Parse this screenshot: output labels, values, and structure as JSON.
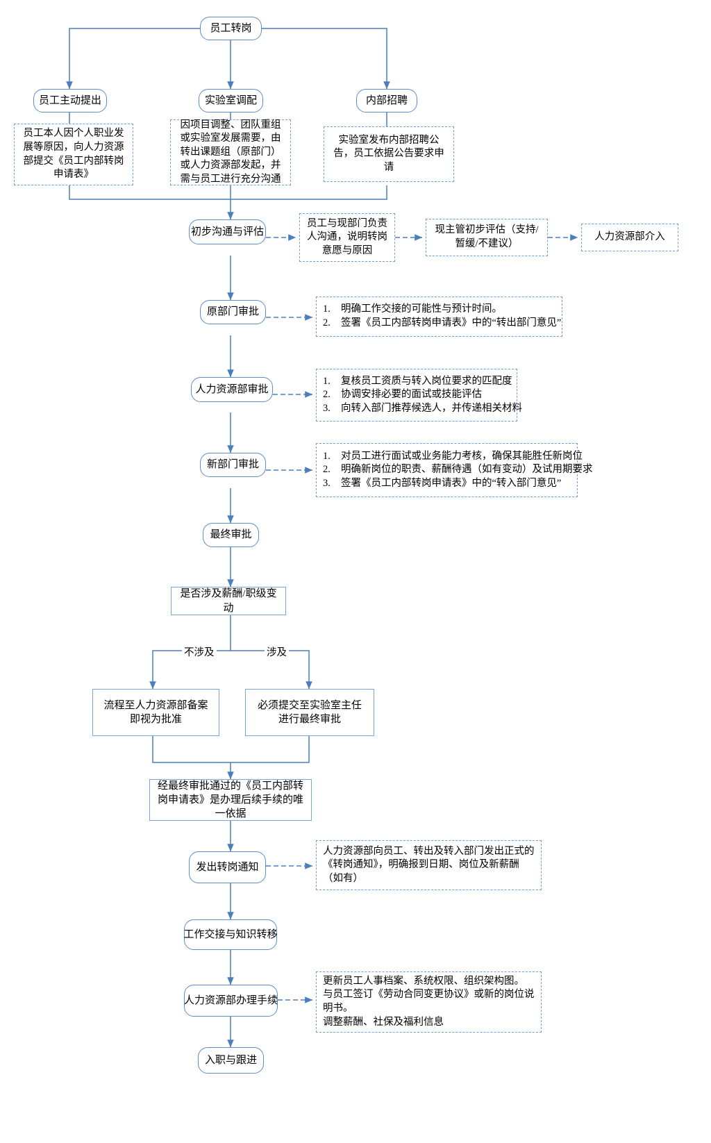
{
  "diagram": {
    "title": "员工转岗",
    "type": "flowchart",
    "colors": {
      "node_border": "#5b8dc8",
      "rect_border": "#7ba7d7",
      "dashed_border": "#6f9fd8",
      "connector": "#4a7fbe",
      "background": "#ffffff",
      "text": "#000000"
    }
  },
  "nodes": {
    "start": {
      "label": "员工转岗"
    },
    "source_employee": {
      "label": "员工主动提出"
    },
    "source_lab": {
      "label": "实验室调配"
    },
    "source_internal": {
      "label": "内部招聘"
    },
    "note_employee": {
      "label": "员工本人因个人职业发展等原因，向人力资源部提交《员工内部转岗申请表》"
    },
    "note_lab": {
      "label": "因项目调整、团队重组或实验室发展需要，由转出课题组（原部门）或人力资源部发起，并需与员工进行充分沟通"
    },
    "note_internal": {
      "label": "实验室发布内部招聘公告，员工依据公告要求申请"
    },
    "step_comm": {
      "label": "初步沟通与评估"
    },
    "note_comm_1": {
      "label": "员工与现部门负责人沟通，说明转岗意愿与原因"
    },
    "note_comm_2": {
      "label": "现主管初步评估（支持/暂缓/不建议）"
    },
    "note_comm_3": {
      "label": "人力资源部介入"
    },
    "step_old_dept": {
      "label": "原部门审批"
    },
    "note_old_dept": {
      "items": [
        {
          "num": "1.",
          "text": "明确工作交接的可能性与预计时间。"
        },
        {
          "num": "2.",
          "text": "签署《员工内部转岗申请表》中的“转出部门意见”"
        }
      ]
    },
    "step_hr": {
      "label": "人力资源部审批"
    },
    "note_hr": {
      "items": [
        {
          "num": "1.",
          "text": "复核员工资质与转入岗位要求的匹配度"
        },
        {
          "num": "2.",
          "text": "协调安排必要的面试或技能评估"
        },
        {
          "num": "3.",
          "text": "向转入部门推荐候选人，并传递相关材料"
        }
      ]
    },
    "step_new_dept": {
      "label": "新部门审批"
    },
    "note_new_dept": {
      "items": [
        {
          "num": "1.",
          "text": "对员工进行面试或业务能力考核，确保其能胜任新岗位"
        },
        {
          "num": "2.",
          "text": "明确新岗位的职责、薪酬待遇（如有变动）及试用期要求"
        },
        {
          "num": "3.",
          "text": "签署《员工内部转岗申请表》中的“转入部门意见”"
        }
      ]
    },
    "step_final": {
      "label": "最终审批"
    },
    "decision": {
      "label": "是否涉及薪酬/职级变动"
    },
    "branch_no_label": {
      "label": "不涉及"
    },
    "branch_yes_label": {
      "label": "涉及"
    },
    "branch_no_box": {
      "label": "流程至人力资源部备案即视为批准"
    },
    "branch_yes_box": {
      "label": "必须提交至实验室主任进行最终审批"
    },
    "merge_box": {
      "label": "经最终审批通过的《员工内部转岗申请表》是办理后续手续的唯一依据"
    },
    "step_notice": {
      "label": "发出转岗通知"
    },
    "note_notice": {
      "label": "人力资源部向员工、转出及转入部门发出正式的《转岗通知》，明确报到日期、岗位及新薪酬（如有）"
    },
    "step_handover": {
      "label": "工作交接与知识转移"
    },
    "step_hr_process": {
      "label": "人力资源部办理手续"
    },
    "note_hr_process": {
      "lines": [
        "更新员工人事档案、系统权限、组织架构图。",
        "与员工签订《劳动合同变更协议》或新的岗位说明书。",
        "调整薪酬、社保及福利信息"
      ]
    },
    "step_onboard": {
      "label": "入职与跟进"
    }
  }
}
